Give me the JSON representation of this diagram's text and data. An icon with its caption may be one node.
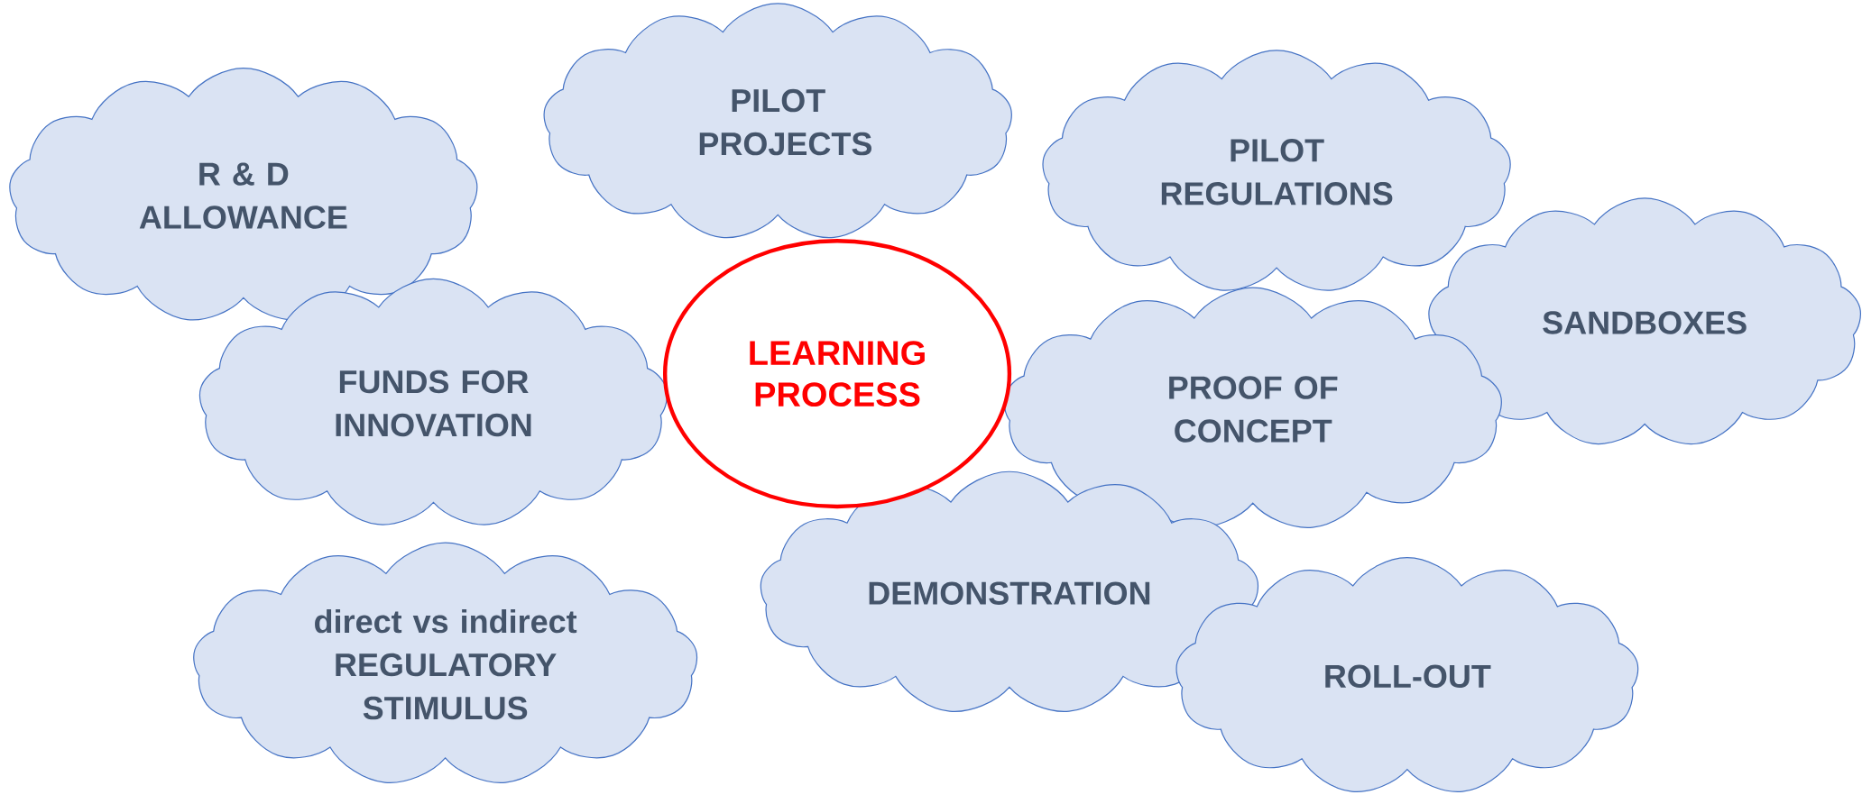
{
  "diagram": {
    "nodes": [
      {
        "text": [
          "R & D ALLOWANCE"
        ]
      },
      {
        "text": [
          "PILOT PROJECTS"
        ]
      },
      {
        "text": [
          "PILOT REGULATIONS"
        ]
      },
      {
        "text": [
          "SANDBOXES"
        ]
      },
      {
        "text": [
          "FUNDS FOR INNOVATION"
        ]
      },
      {
        "text": [
          "LEARNING PROCESS"
        ]
      },
      {
        "text": [
          "PROOF OF CONCEPT"
        ]
      },
      {
        "text": [
          "DEMONSTRATION"
        ]
      },
      {
        "text": [
          "direct vs indirect REGULATORY STIMULUS"
        ]
      },
      {
        "text": [
          "ROLL-OUT"
        ]
      }
    ]
  }
}
